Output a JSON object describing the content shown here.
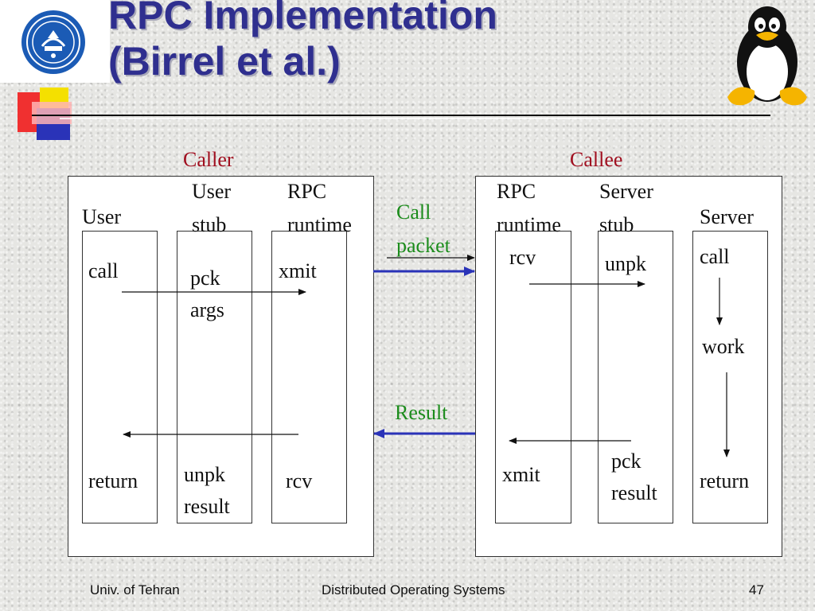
{
  "slide": {
    "title_line1": "RPC Implementation",
    "title_line2": "(Birrel et al.)",
    "caller_label": "Caller",
    "callee_label": "Callee",
    "call_packet_line1": "Call",
    "call_packet_line2": "packet",
    "result_label": "Result"
  },
  "caller": {
    "user_header": "User",
    "user_stub_header_line1": "User",
    "user_stub_header_line2": "stub",
    "rpc_runtime_header_line1": "RPC",
    "rpc_runtime_header_line2": "runtime",
    "user_call": "call",
    "user_return": "return",
    "stub_pck": "pck",
    "stub_args": "args",
    "stub_unpk": "unpk",
    "stub_result": "result",
    "runtime_xmit": "xmit",
    "runtime_rcv": "rcv"
  },
  "callee": {
    "rpc_runtime_header_line1": "RPC",
    "rpc_runtime_header_line2": "runtime",
    "server_stub_header_line1": "Server",
    "server_stub_header_line2": "stub",
    "server_header": "Server",
    "runtime_rcv": "rcv",
    "runtime_xmit": "xmit",
    "stub_unpk": "unpk",
    "stub_pck": "pck",
    "stub_result": "result",
    "server_call": "call",
    "server_work": "work",
    "server_return": "return"
  },
  "footer": {
    "left": "Univ. of Tehran",
    "center": "Distributed Operating Systems",
    "page": "47"
  },
  "colors": {
    "title": "#2f2f8f",
    "caller_callee": "#a01020",
    "green_labels": "#1c8c1c",
    "packet_arrow": "#2a33b8"
  },
  "icons": {
    "university_logo": "university-of-tehran-seal",
    "mascot": "tux-penguin"
  }
}
